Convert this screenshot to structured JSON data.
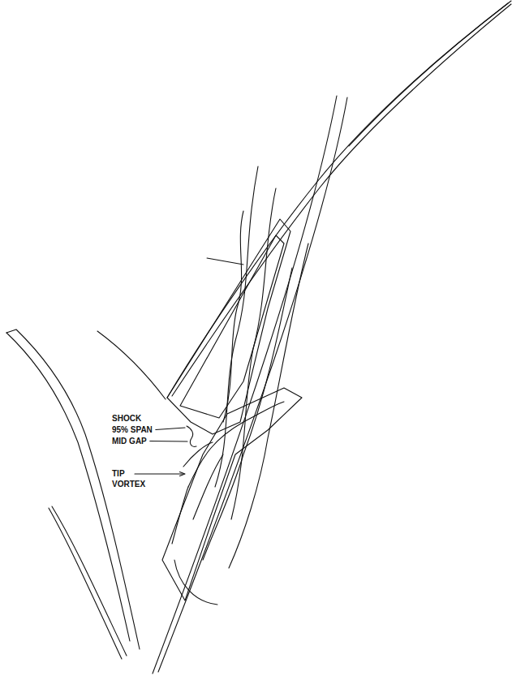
{
  "diagram": {
    "labels": [
      "SHOCK",
      "95% SPAN",
      "MID GAP",
      "TIP VORTEX"
    ]
  }
}
